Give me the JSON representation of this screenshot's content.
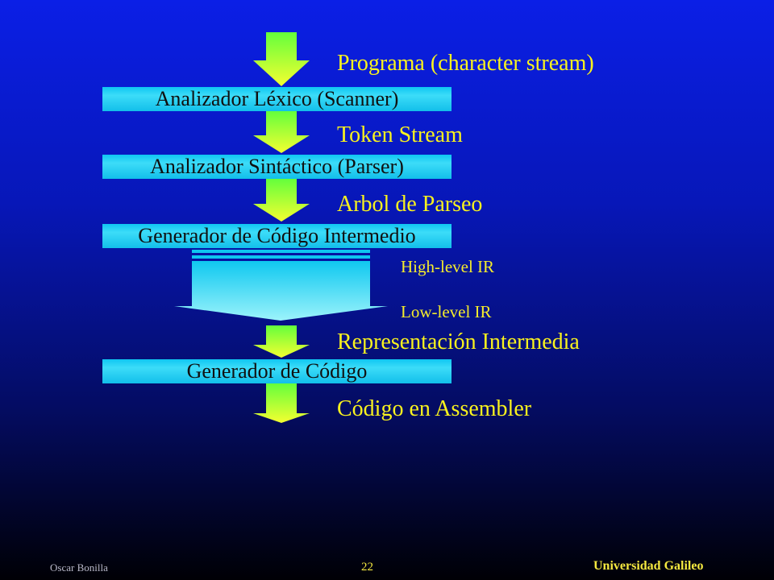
{
  "stages": [
    {
      "label": "Analizador Léxico (Scanner)"
    },
    {
      "label": "Analizador Sintáctico (Parser)"
    },
    {
      "label": "Generador de Código Intermedio"
    },
    {
      "label": "Generador de Código"
    }
  ],
  "flow_labels": [
    {
      "text": "Programa (character stream)"
    },
    {
      "text": "Token Stream"
    },
    {
      "text": "Arbol de Parseo"
    },
    {
      "text": "Representación Intermedia"
    },
    {
      "text": "Código en Assembler"
    }
  ],
  "ir_labels": {
    "high": "High-level IR",
    "low": "Low-level IR"
  },
  "footer": {
    "author": "Oscar Bonilla",
    "page_number": "22",
    "organization": "Universidad Galileo"
  },
  "colors": {
    "background_top": "#0b1fe6",
    "background_bottom": "#000005",
    "stage_box": "#1fd0f5",
    "text_yellow": "#f9f21e",
    "arrow_gradient_top": "#7dff33",
    "arrow_gradient_bottom": "#f2ff30"
  }
}
